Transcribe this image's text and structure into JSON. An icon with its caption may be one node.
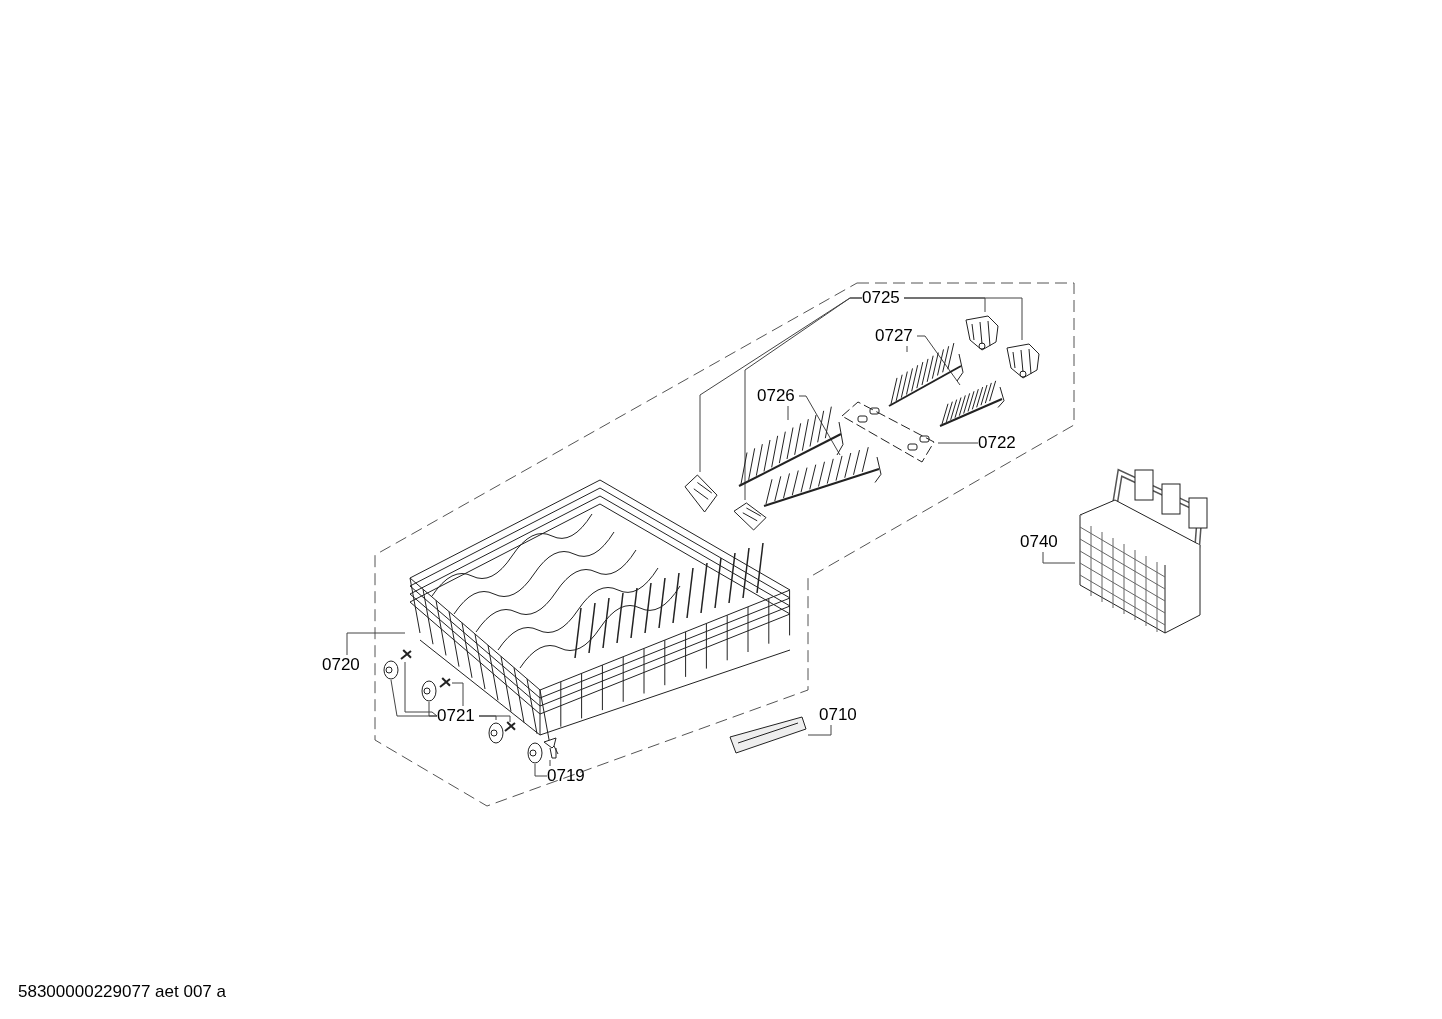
{
  "diagram": {
    "nodes": [
      {
        "text": [
          "0725"
        ]
      },
      {
        "text": [
          "0727"
        ]
      },
      {
        "text": [
          "0726"
        ]
      },
      {
        "text": [
          "0722"
        ]
      },
      {
        "text": [
          "0740"
        ]
      },
      {
        "text": [
          "0720"
        ]
      },
      {
        "text": [
          "0721"
        ]
      },
      {
        "text": [
          "0710"
        ]
      },
      {
        "text": [
          "0719"
        ]
      },
      {
        "text": [],
        "shape": "picture"
      },
      {
        "text": [],
        "shape": "picture"
      },
      {
        "text": [],
        "shape": "picture"
      },
      {
        "text": [],
        "shape": "picture"
      },
      {
        "text": [],
        "shape": "picture"
      },
      {
        "text": [],
        "shape": "picture"
      },
      {
        "text": [],
        "shape": "picture"
      },
      {
        "text": [],
        "shape": "picture"
      },
      {
        "text": [],
        "shape": "picture"
      },
      {
        "text": [],
        "shape": "picture"
      },
      {
        "text": [],
        "shape": "picture"
      },
      {
        "text": [],
        "shape": "picture"
      },
      {
        "text": [],
        "shape": "picture"
      },
      {
        "text": [],
        "shape": "picture"
      },
      {
        "text": [],
        "shape": "picture"
      },
      {
        "text": [],
        "shape": "picture"
      },
      {
        "text": [],
        "shape": "picture"
      },
      {
        "text": [],
        "shape": "picture"
      },
      {
        "text": [],
        "shape": "picture"
      },
      {
        "text": [],
        "shape": "picture"
      }
    ],
    "edges": [
      {
        "from": 0,
        "to": 9,
        "arrow": "none"
      },
      {
        "from": 0,
        "to": 10,
        "arrow": "none"
      },
      {
        "from": 0,
        "to": 16,
        "arrow": "none"
      },
      {
        "from": 0,
        "to": 17,
        "arrow": "none"
      },
      {
        "from": 1,
        "to": 11,
        "arrow": "none"
      },
      {
        "from": 1,
        "to": 12,
        "arrow": "none"
      },
      {
        "from": 2,
        "to": 13,
        "arrow": "none"
      },
      {
        "from": 2,
        "to": 14,
        "arrow": "none"
      },
      {
        "from": 3,
        "to": 15,
        "arrow": "none"
      },
      {
        "from": 4,
        "to": 18,
        "arrow": "none"
      },
      {
        "from": 5,
        "to": 19,
        "arrow": "none"
      },
      {
        "from": 6,
        "to": 20,
        "arrow": "none"
      },
      {
        "from": 6,
        "to": 21,
        "arrow": "none"
      },
      {
        "from": 6,
        "to": 22,
        "arrow": "none"
      },
      {
        "from": 6,
        "to": 23,
        "arrow": "none"
      },
      {
        "from": 6,
        "to": 24,
        "arrow": "none"
      },
      {
        "from": 6,
        "to": 25,
        "arrow": "none"
      },
      {
        "from": 8,
        "to": 26,
        "arrow": "none"
      },
      {
        "from": 8,
        "to": 27,
        "arrow": "none"
      },
      {
        "from": 7,
        "to": 28,
        "arrow": "none"
      }
    ],
    "labels": [
      "58300000229077 aet 007 a"
    ]
  }
}
